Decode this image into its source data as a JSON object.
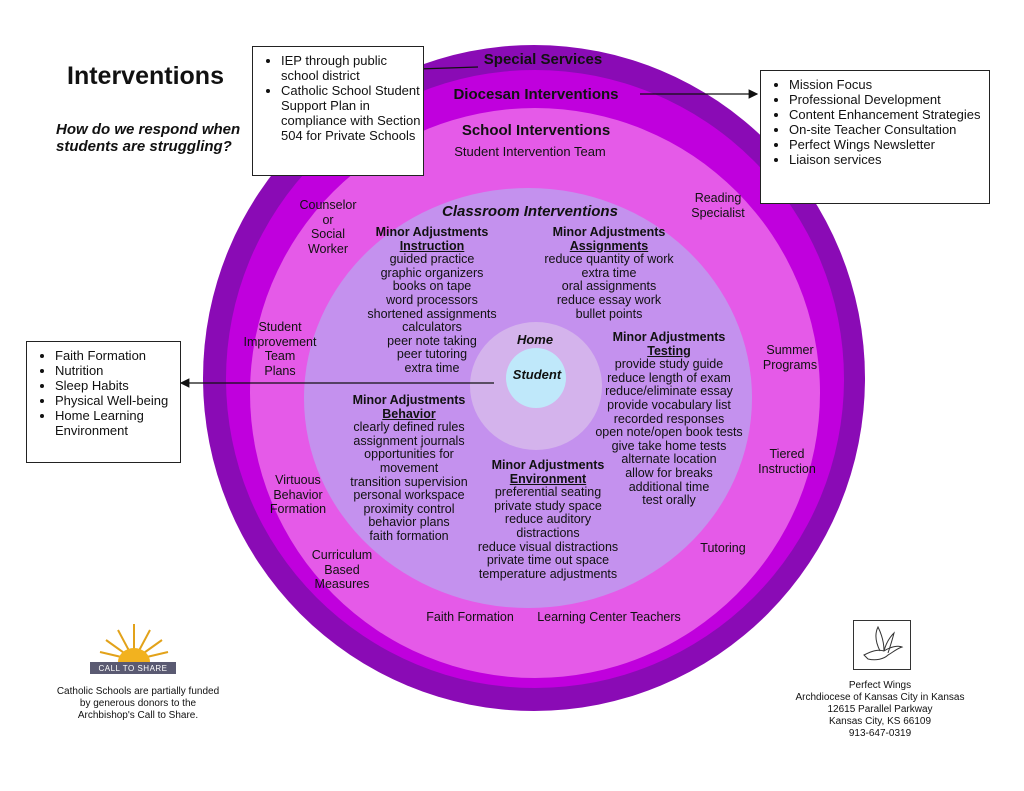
{
  "title": "Interventions",
  "subtitle": "How do we respond when students are struggling?",
  "colors": {
    "outer_ring": "#8a0bb5",
    "diocesan_ring": "#c000dd",
    "school_ring": "#e55ae8",
    "classroom_ring": "#c491ee",
    "home_ring": "#d4b3ec",
    "student_center": "#bfe8fa"
  },
  "rings": {
    "special_services": "Special Services",
    "diocesan": "Diocesan Interventions",
    "school": "School Interventions",
    "school_sub": "Student Intervention Team",
    "classroom": "Classroom Interventions",
    "home": "Home",
    "student": "Student"
  },
  "school_items": {
    "counselor": [
      "Counselor",
      "or",
      "Social",
      "Worker"
    ],
    "reading": [
      "Reading",
      "Specialist"
    ],
    "improvement": [
      "Student",
      "Improvement",
      "Team",
      "Plans"
    ],
    "summer": [
      "Summer",
      "Programs"
    ],
    "tiered": [
      "Tiered",
      "Instruction"
    ],
    "virtuous": [
      "Virtuous",
      "Behavior",
      "Formation"
    ],
    "tutoring": "Tutoring",
    "curriculum": [
      "Curriculum",
      "Based",
      "Measures"
    ],
    "faith": "Faith Formation",
    "learning": "Learning Center Teachers"
  },
  "minor": {
    "instruction": {
      "title": "Minor Adjustments",
      "sub": "Instruction",
      "items": [
        "guided practice",
        "graphic organizers",
        "books on tape",
        "word processors",
        "shortened assignments",
        "calculators",
        "peer note taking",
        "peer tutoring",
        "extra time"
      ]
    },
    "assignments": {
      "title": "Minor Adjustments",
      "sub": "Assignments",
      "items": [
        "reduce quantity of work",
        "extra time",
        "oral assignments",
        "reduce essay work",
        "bullet points"
      ]
    },
    "testing": {
      "title": "Minor Adjustments",
      "sub": "Testing",
      "items": [
        "provide study guide",
        "reduce length of exam",
        "reduce/eliminate essay",
        "provide vocabulary list",
        "recorded responses",
        "open note/open book tests",
        "give take home tests",
        "alternate location",
        "allow for breaks",
        "additional time",
        "test orally"
      ]
    },
    "behavior": {
      "title": "Minor Adjustments",
      "sub": "Behavior",
      "items": [
        "clearly defined rules",
        "assignment journals",
        "opportunities for movement",
        "transition supervision",
        "personal workspace",
        "proximity control",
        "behavior plans",
        "faith formation"
      ]
    },
    "environment": {
      "title": "Minor Adjustments",
      "sub": "Environment",
      "items": [
        "preferential seating",
        "private study space",
        "reduce auditory distractions",
        "reduce visual distractions",
        "private time out space",
        "temperature adjustments"
      ]
    }
  },
  "special_box": [
    "IEP through public school district",
    "Catholic School Student Support Plan in compliance with Section 504 for Private Schools"
  ],
  "diocesan_box": [
    "Mission Focus",
    "Professional Development",
    "Content Enhancement Strategies",
    "On-site Teacher Consultation",
    "Perfect Wings Newsletter",
    "Liaison services"
  ],
  "home_box": [
    "Faith Formation",
    "Nutrition",
    "Sleep Habits",
    "Physical Well-being",
    "Home Learning Environment"
  ],
  "call_logo": "CALL TO SHARE",
  "footer_left": [
    "Catholic Schools are partially funded",
    "by generous donors to the",
    "Archbishop's Call to Share."
  ],
  "footer_right": [
    "Perfect Wings",
    "Archdiocese of Kansas City in Kansas",
    "12615 Parallel Parkway",
    "Kansas City, KS 66109",
    "913-647-0319"
  ]
}
